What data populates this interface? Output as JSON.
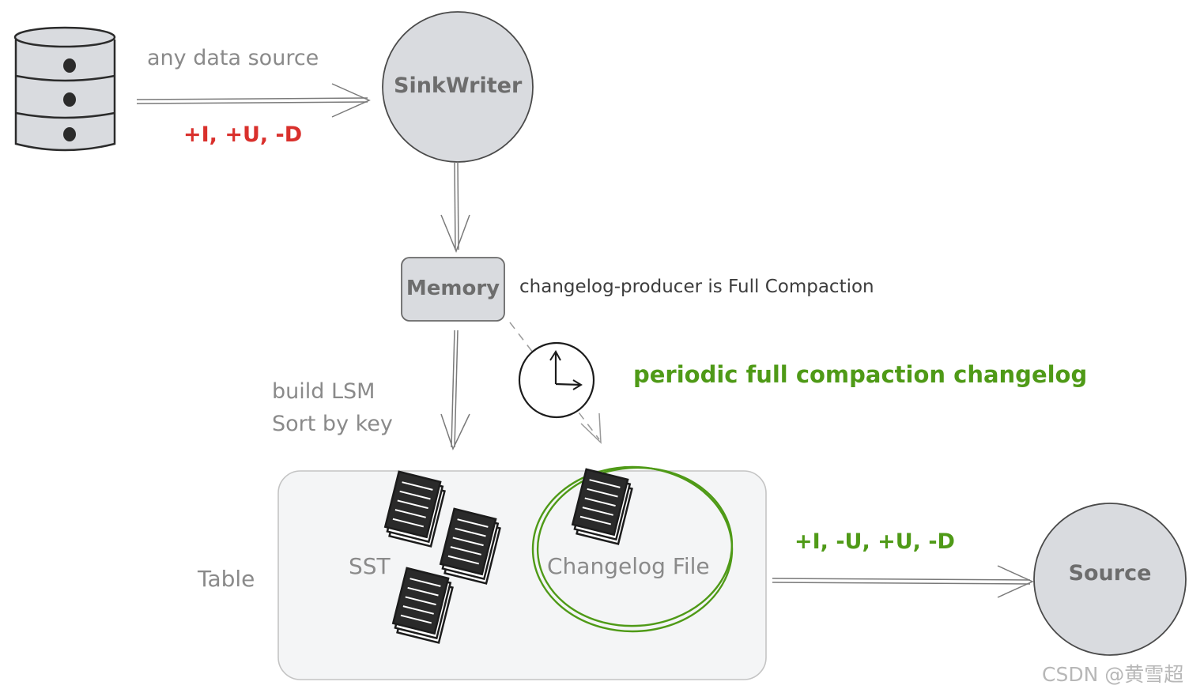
{
  "diagram": {
    "data_source_label": "any data source",
    "input_ops": "+I, +U, -D",
    "sink_writer": "SinkWriter",
    "memory": "Memory",
    "producer_note": "changelog-producer is Full Compaction",
    "periodic_note": "periodic full compaction changelog",
    "build_lsm_line1": "build LSM",
    "build_lsm_line2": "Sort by key",
    "table_label": "Table",
    "sst_label": "SST",
    "changelog_label": "Changelog File",
    "output_ops": "+I, -U, +U, -D",
    "source": "Source",
    "watermark": "CSDN @黄雪超"
  },
  "colors": {
    "node_fill": "#d9dbdf",
    "table_fill": "#f4f5f6",
    "stroke": "#6a6a6a",
    "red": "#d9302c",
    "green": "#4f9a17"
  }
}
